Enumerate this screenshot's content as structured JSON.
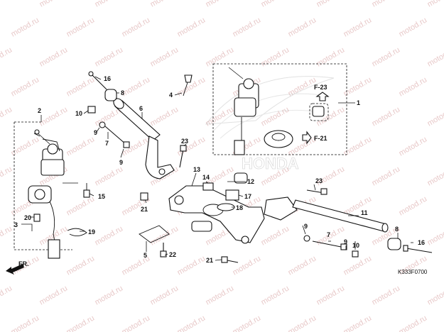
{
  "watermark_text": "motod.ru",
  "diagram_code": "K333F0700",
  "direction_label": "FR.",
  "brand_text": "HONDA",
  "callouts": [
    "1",
    "2",
    "3",
    "4",
    "5",
    "6",
    "7",
    "8",
    "9",
    "10",
    "11",
    "12",
    "13",
    "14",
    "15",
    "16",
    "17",
    "18",
    "19",
    "20",
    "21",
    "22",
    "23"
  ],
  "refs": [
    "F-23",
    "F-21"
  ]
}
